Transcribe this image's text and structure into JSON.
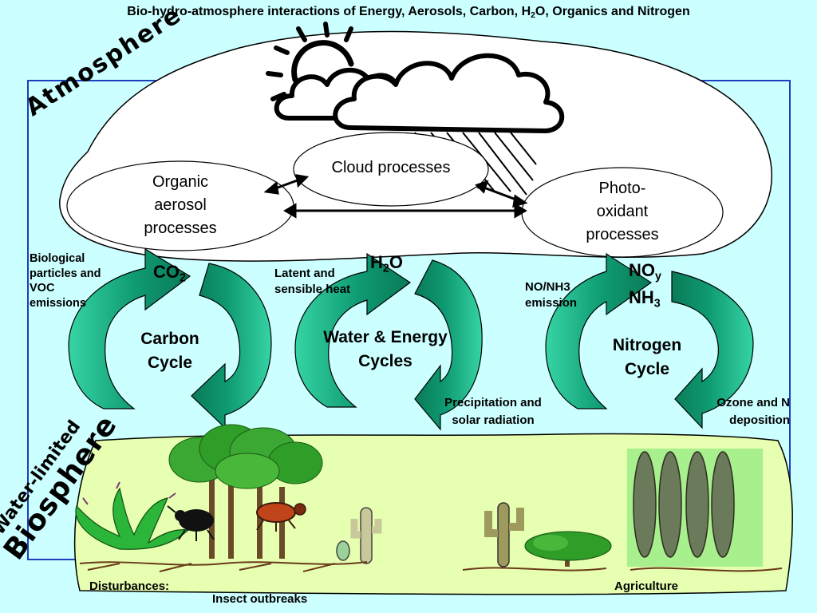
{
  "title": {
    "before": "Bio-hydro-atmosphere interactions of Energy, Aerosols, Carbon, H",
    "sub": "2",
    "after": "O, Organics and Nitrogen"
  },
  "atmosphere_label": "Atmosphere",
  "biosphere_label": {
    "line1": "Water-limited",
    "line2": "Biosphere"
  },
  "processes": {
    "organic_aerosol": [
      "Organic",
      "aerosol",
      "processes"
    ],
    "cloud": "Cloud processes",
    "photo_oxidant": [
      "Photo-",
      "oxidant",
      "processes"
    ]
  },
  "cycles": {
    "carbon": {
      "gas": {
        "main": "CO",
        "sub": "2"
      },
      "name": [
        "Carbon",
        "Cycle"
      ],
      "input_label": [
        "Biological",
        "particles and",
        "VOC",
        "emissions"
      ]
    },
    "water": {
      "gas": {
        "main": "H",
        "sub": "2",
        "after": "O"
      },
      "name": [
        "Water & Energy",
        "Cycles"
      ],
      "input_label": [
        "Latent and",
        "sensible heat"
      ],
      "output_label": [
        "Precipitation and",
        "solar radiation"
      ]
    },
    "nitrogen": {
      "gas1": {
        "main": "NO",
        "sub": "y"
      },
      "gas2": {
        "main": "NH",
        "sub": "3"
      },
      "name": [
        "Nitrogen",
        "Cycle"
      ],
      "input_label": [
        "NO/NH3",
        "emission"
      ],
      "output_label": [
        "Ozone and N",
        "deposition"
      ]
    }
  },
  "bottom_labels": {
    "disturbances": "Disturbances:",
    "insect": "Insect outbreaks",
    "agriculture": "Agriculture"
  },
  "colors": {
    "background": "#ccffff",
    "frame": "#1a3fbf",
    "arrow_fill": "#0f9a72",
    "arrow_light": "#2fd0a0",
    "ground": "#e6ffb0",
    "leaf": "#2e9e28",
    "trunk": "#6b4a2a"
  }
}
